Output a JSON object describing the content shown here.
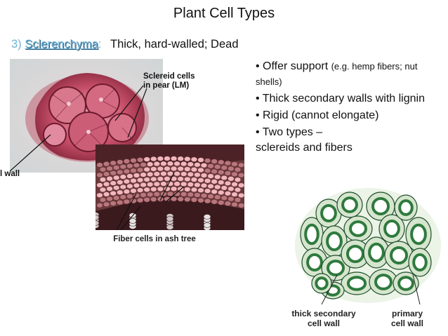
{
  "slide": {
    "title": "Plant Cell Types",
    "heading_number": "3)",
    "heading_term": "Sclerenchyma",
    "heading_colon": ":",
    "heading_desc": "Thick, hard-walled; Dead"
  },
  "bullets": [
    {
      "main": "•  Offer support",
      "small": "(e.g. hemp fibers; nut shells)"
    },
    {
      "main": "• Thick secondary walls with lignin"
    },
    {
      "main": "• Rigid (cannot elongate)"
    },
    {
      "main": "• Two types –"
    },
    {
      "main": "sclereids and fibers"
    }
  ],
  "images": {
    "sclereid": {
      "label_line1": "Sclereid cells",
      "label_line2": "in pear (LM)",
      "wall_label": "l wall"
    },
    "fiber": {
      "label": "Fiber cells in ash tree"
    },
    "diagram": {
      "label_left_line1": "thick secondary",
      "label_left_line2": "cell wall",
      "label_right_line1": "primary",
      "label_right_line2": "cell wall"
    }
  },
  "colors": {
    "heading_accent": "#6fb4d8",
    "micrograph_pink": "#c8506a",
    "diagram_green": "#2f7a3e"
  }
}
